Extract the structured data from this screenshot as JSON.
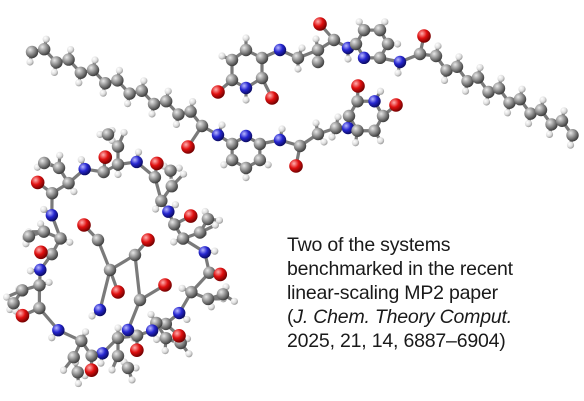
{
  "caption": {
    "line1": "Two of the systems",
    "line2": "benchmarked in the recent",
    "line3": "linear-scaling MP2 paper",
    "line4_open": "(",
    "line4_italic": "J. Chem. Theory Comput.",
    "line5": "2025, 21, 14, 6887–6904)"
  },
  "colors": {
    "carbon": "#8a8a8a",
    "hydrogen": "#e6e6e6",
    "oxygen": "#e01010",
    "nitrogen": "#2626d0",
    "text": "#1a1a1a"
  }
}
